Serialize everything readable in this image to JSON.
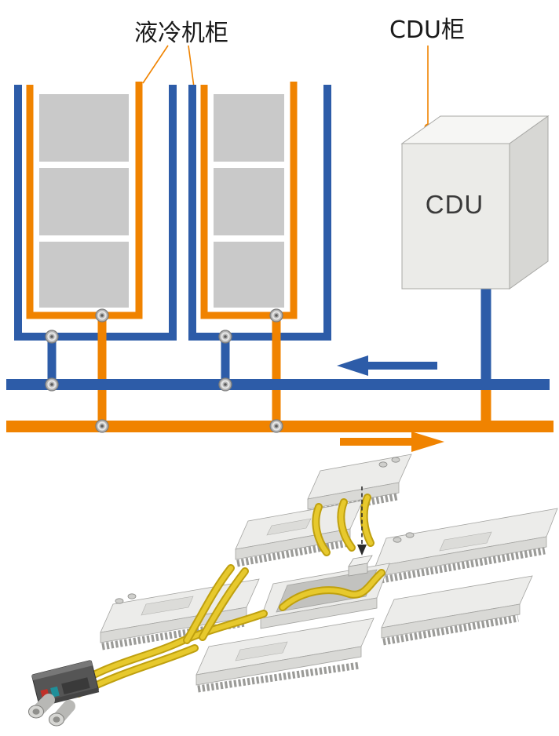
{
  "labels": {
    "cooling_cabinet": "液冷机柜",
    "cdu_cabinet": "CDU柜",
    "cdu_box": "CDU"
  },
  "flow_arrows": [
    {
      "name": "supply",
      "pipe": "blue",
      "direction": "left"
    },
    {
      "name": "return",
      "pipe": "orange",
      "direction": "right"
    }
  ],
  "colors": {
    "pipe_blue": "#2d5ca8",
    "pipe_orange": "#f08300",
    "equipment_gray": "#c9c9c9",
    "node_gray": "#b3b3b3",
    "cdu_front": "#ebebe8",
    "cdu_top": "#f6f6f4",
    "cdu_side": "#d7d7d4",
    "board_top": "#ececea",
    "board_front": "#d9d9d6",
    "fin_gray": "#9b9b98",
    "tube_yellow": "#e7c92d",
    "tube_edge": "#bfa00f",
    "label_text": "#1a1a1a"
  }
}
